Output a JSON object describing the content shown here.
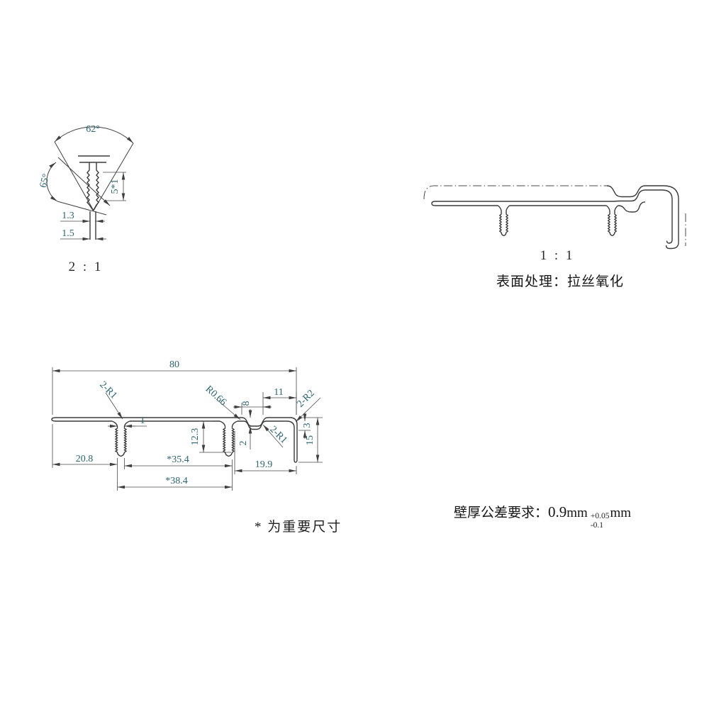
{
  "detail_view": {
    "scale_label": "2 : 1",
    "angle_top": "62°",
    "angle_left": "65°",
    "dim_thread": "5*1",
    "dim_inner": "1.3",
    "dim_outer": "1.5"
  },
  "profile_view": {
    "scale_label": "1 : 1",
    "surface_note": "表面处理：拉丝氧化"
  },
  "dimension_view": {
    "overall_width": "80",
    "leader_left_boss": "2-R1",
    "boss_wall": "1",
    "radius_recess": "R0.66",
    "recess_width": "8",
    "right_top_width": "11",
    "leader_right_corner": "2-R2",
    "step_height": "3",
    "leg_height": "15",
    "boss_depth": "12.3",
    "recess_depth": "2",
    "leader_recess_corner": "2-R1",
    "left_offset": "20.8",
    "span_inner": "*35.4",
    "right_offset": "19.9",
    "span_outer": "*38.4"
  },
  "notes": {
    "important": "* 为重要尺寸"
  },
  "tolerance": {
    "label": "壁厚公差要求：",
    "value": "0.9",
    "unit": "mm",
    "plus": "+0.05",
    "minus": "-0.1",
    "unit2": "mm"
  },
  "colors": {
    "line": "#3f3f3f",
    "dim_text": "#2c6470",
    "text": "#1f1f1f"
  }
}
